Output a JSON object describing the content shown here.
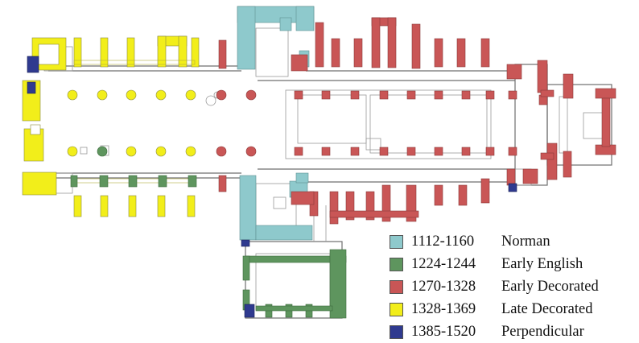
{
  "colors": {
    "norman": "#8ec9cc",
    "early_english": "#5e955e",
    "early_decorated": "#c95656",
    "late_decorated": "#f2ee1a",
    "perpendicular": "#2f3a8f",
    "wall": "#6f6f6f"
  },
  "legend": [
    {
      "period": "1112-1160",
      "style": "Norman",
      "color": "#8ec9cc"
    },
    {
      "period": "1224-1244",
      "style": "Early English",
      "color": "#5e955e"
    },
    {
      "period": "1270-1328",
      "style": "Early Decorated",
      "color": "#c95656"
    },
    {
      "period": "1328-1369",
      "style": "Late Decorated",
      "color": "#f2ee1a"
    },
    {
      "period": "1385-1520",
      "style": "Perpendicular",
      "color": "#2f3a8f"
    }
  ]
}
